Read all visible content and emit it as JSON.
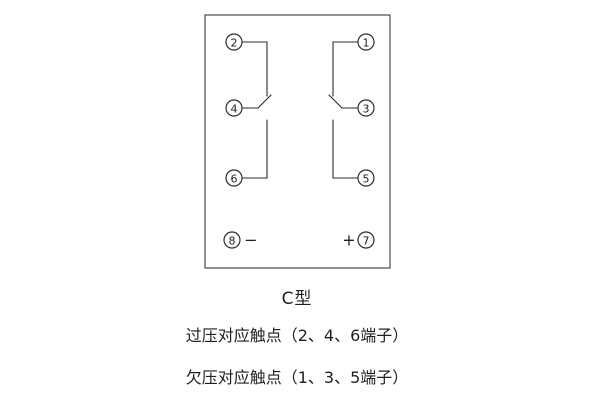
{
  "diagram": {
    "title": "C型",
    "caption_overvoltage": "过压对应触点（2、4、6端子）",
    "caption_undervoltage": "欠压对应触点（1、3、5端子）",
    "terminals": {
      "t1": "1",
      "t2": "2",
      "t3": "3",
      "t4": "4",
      "t5": "5",
      "t6": "6",
      "t7": "7",
      "t8": "8"
    },
    "polarity_minus": "−",
    "polarity_plus": "+"
  }
}
